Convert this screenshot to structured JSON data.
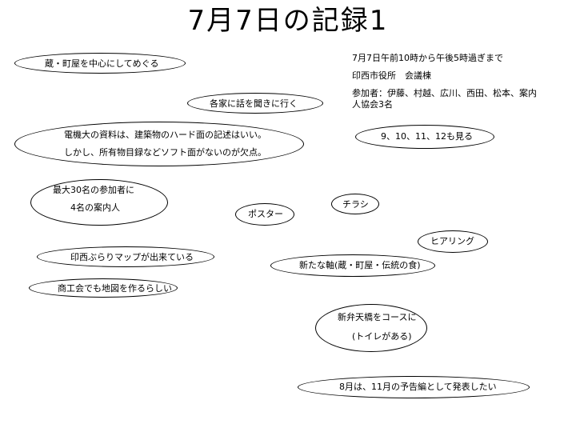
{
  "title": "7月7日の記録1",
  "nodes": {
    "kura_machiya": "蔵・町屋を中心にしてめぐる",
    "kakuka": "各家に話を聞きに行く",
    "denkidai_1": "電機大の資料は、建築物のハード面の記述はいい。",
    "denkidai_2": "しかし、所有物目録などソフト面がないのが欠点。",
    "max30_1": "最大30名の参加者に",
    "max30_2": "4名の案内人",
    "poster": "ポスター",
    "chirashi": "チラシ",
    "hearing": "ヒアリング",
    "inzai_map": "印西ぶらりマップが出来ている",
    "shokokai": "商工会でも地図を作るらしい",
    "new_axis": "新たな軸(蔵・町屋・伝統の食)",
    "benten_1": "新弁天橋をコースに",
    "benten_2": "(トイレがある)",
    "aug_nov": "8月は、11月の予告編として発表したい",
    "nine_12": "9、10、11、12も見る"
  },
  "notes": {
    "time": "7月7日午前10時から午後5時過ぎまで",
    "place": "印西市役所　会議棟",
    "attendees_1": "参加者：伊藤、村越、広川、西田、松本、案内",
    "attendees_2": "人協会3名"
  }
}
